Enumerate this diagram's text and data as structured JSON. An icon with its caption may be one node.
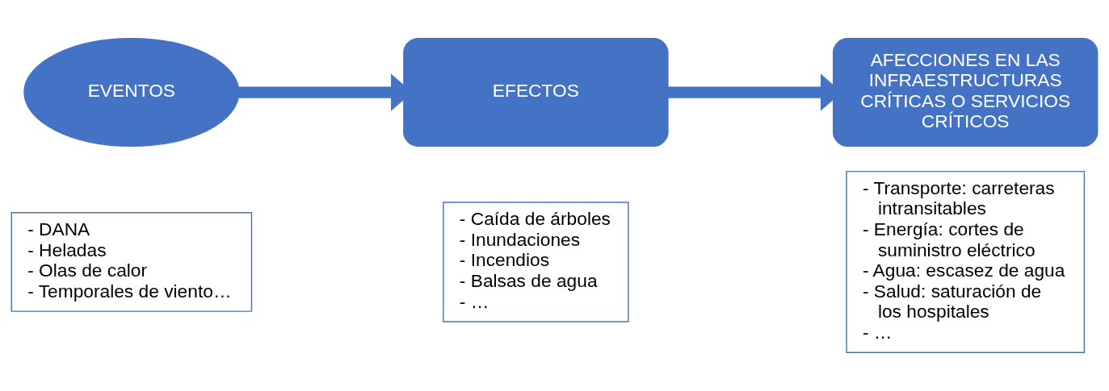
{
  "diagram": {
    "nodes": [
      {
        "text": [
          "EVENTOS"
        ]
      },
      {
        "text": [
          "EFECTOS"
        ]
      },
      {
        "text": [
          "AFECCIONES EN LAS INFRAESTRUCTURAS CRÍTICAS O SERVICIOS CRÍTICOS"
        ]
      },
      {
        "text": [
          "- DANA",
          "- Heladas",
          "- Olas de calor",
          "- Temporales de viento…"
        ]
      },
      {
        "text": [
          "- Caída de árboles",
          "- Inundaciones",
          "- Incendios",
          "- Balsas de agua",
          "- …"
        ]
      },
      {
        "text": [
          "- Transporte: carreteras intransitables",
          "- Energía: cortes de suministro eléctrico",
          "- Agua: escasez de agua",
          "- Salud: saturación de los hospitales",
          "- …"
        ]
      }
    ],
    "edges": [
      {
        "from": 0,
        "to": 1,
        "arrow": "to"
      },
      {
        "from": 1,
        "to": 2,
        "arrow": "to"
      }
    ]
  }
}
